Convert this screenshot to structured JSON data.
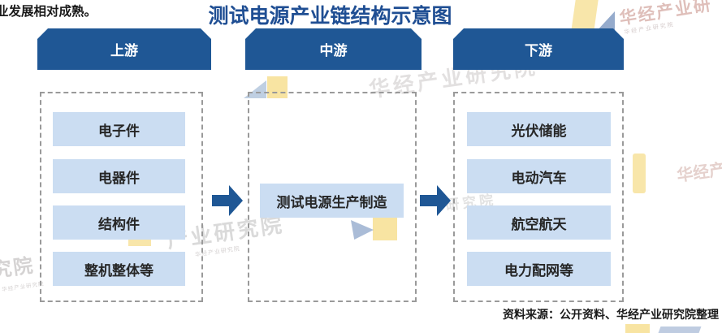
{
  "intro_text": "业发展相对成熟。",
  "title": "测试电源产业链结构示意图",
  "columns": [
    {
      "header": "上游",
      "items": [
        "电子件",
        "电器件",
        "结构件",
        "整机整体等"
      ]
    },
    {
      "header": "中游",
      "items": [
        "测试电源生产制造"
      ]
    },
    {
      "header": "下游",
      "items": [
        "光伏储能",
        "电动汽车",
        "航空航天",
        "电力配网等"
      ]
    }
  ],
  "source_note": "资料来源：公开资料、华经产业研究院整理",
  "watermark": {
    "text": "华经产业研究院",
    "partial_top_right": "华经产业研",
    "partial_center": "产业研究院",
    "partial_bottom_left": "究院",
    "partial_right": "华经产",
    "partial_gap": "研究院"
  },
  "colors": {
    "primary_blue": "#1f5795",
    "title_blue": "#1f4e93",
    "item_blue": "#cbddf2",
    "dashed_border": "#9a9a9a",
    "watermark_yellow": "#f2cd55",
    "watermark_blue": "#2b579a"
  }
}
